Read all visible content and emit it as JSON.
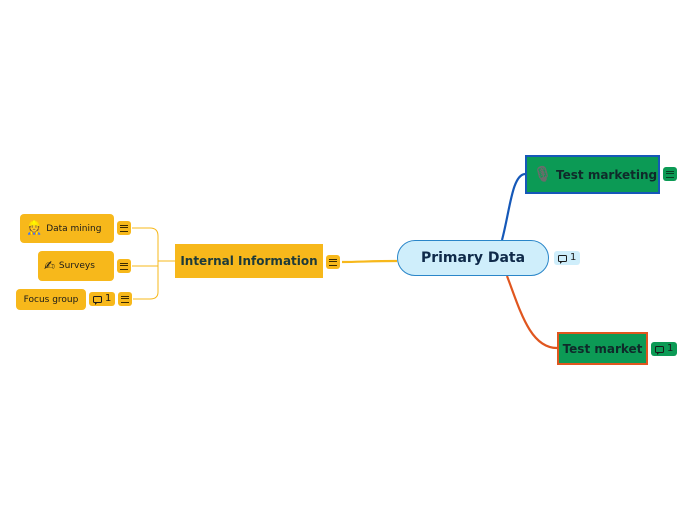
{
  "root": {
    "label": "Primary Data",
    "comment_count": "1"
  },
  "branches": {
    "internal_information": {
      "label": "Internal Information",
      "children": [
        {
          "label": "Data mining",
          "icon": "construction-worker-icon"
        },
        {
          "label": "Surveys",
          "icon": "pencil-writing-icon"
        },
        {
          "label": "Focus group",
          "comment_count": "1"
        }
      ]
    },
    "test_marketing": {
      "label": "Test marketing",
      "icon": "microphone-icon"
    },
    "test_market": {
      "label": "Test market",
      "comment_count": "1"
    }
  },
  "colors": {
    "root_fill": "#cfeefb",
    "root_border": "#2a86c9",
    "internal_branch": "#f7b81b",
    "test_marketing_line": "#1558b8",
    "test_market_line": "#e0561f",
    "green_node": "#0c9a55"
  }
}
